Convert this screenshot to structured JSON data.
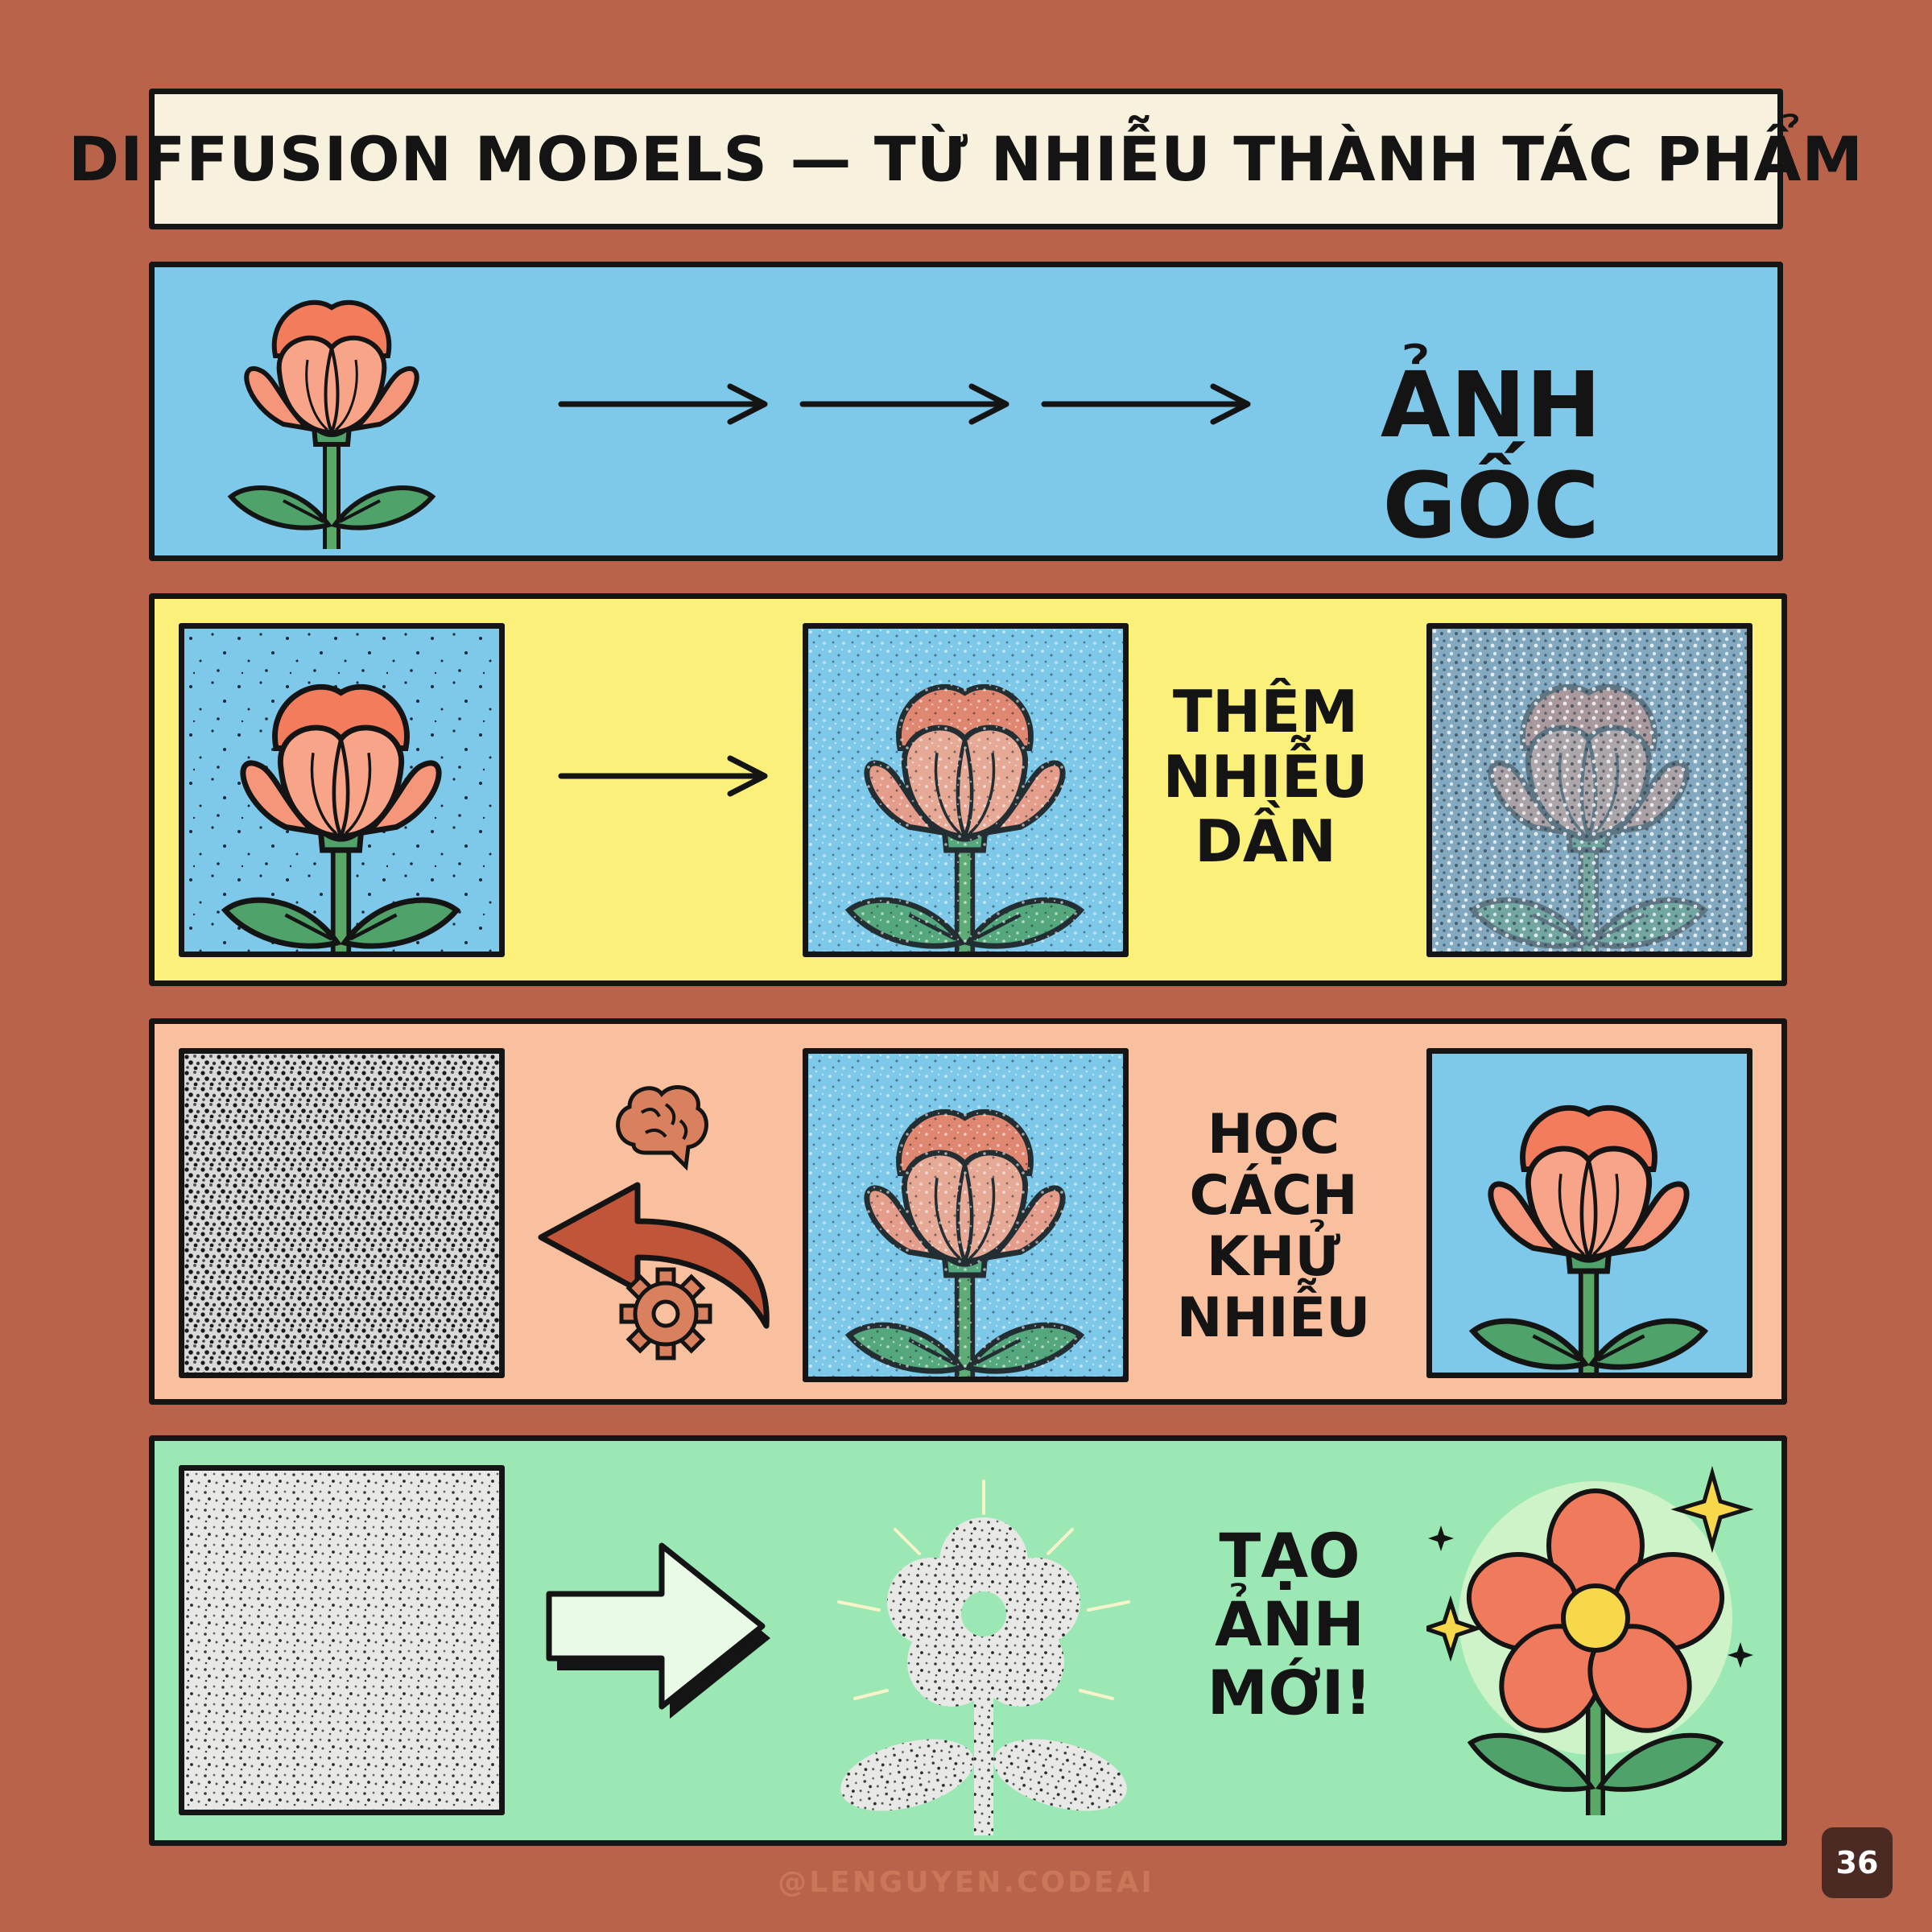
{
  "title": "DIFFUSION MODELS — TỪ NHIỄU THÀNH TÁC PHẨM",
  "steps": [
    {
      "label": "ẢNH GỐC"
    },
    {
      "label": "THÊM\nNHIỄU\nDẦN"
    },
    {
      "label": "HỌC CÁCH\nKHỬ\nNHIỄU"
    },
    {
      "label": "TẠO\nẢNH\nMỚI!"
    }
  ],
  "watermark": "@LENGUYEN.CODEAI",
  "page_number": "36",
  "icons": [
    "flower-icon",
    "arrow-right-icon",
    "brain-icon",
    "gear-icon",
    "curved-arrow-left-icon",
    "big-arrow-right-icon",
    "sparkle-icon"
  ],
  "colors": {
    "background": "#b8634a",
    "panel_blue": "#7ec8ea",
    "panel_yellow": "#fbf07a",
    "panel_peach": "#f8c09e",
    "panel_green": "#9ce8b4",
    "petal": "#f08a6a",
    "leaf": "#4fa36a"
  }
}
